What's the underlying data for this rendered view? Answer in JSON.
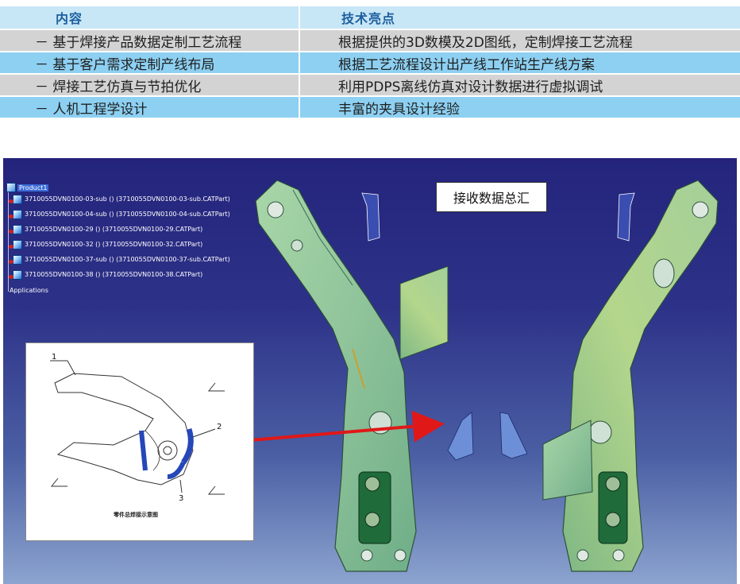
{
  "table": {
    "headers": [
      "内容",
      "技术亮点"
    ],
    "rows": [
      [
        "－ 基于焊接产品数据定制工艺流程",
        "根据提供的3D数模及2D图纸，定制焊接工艺流程"
      ],
      [
        "－ 基于客户需求定制产线布局",
        "根据工艺流程设计出产线工作站生产线方案"
      ],
      [
        "－ 焊接工艺仿真与节拍优化",
        "利用PDPS离线仿真对设计数据进行虚拟调试"
      ],
      [
        "－ 人机工程学设计",
        "丰富的夹具设计经验"
      ]
    ]
  },
  "cad": {
    "root": "Product1",
    "tree_items": [
      "3710055DVN0100-03-sub () (3710055DVN0100-03-sub.CATPart)",
      "3710055DVN0100-04-sub () (3710055DVN0100-04-sub.CATPart)",
      "3710055DVN0100-29 () (3710055DVN0100-29.CATPart)",
      "3710055DVN0100-32 () (3710055DVN0100-32.CATPart)",
      "3710055DVN0100-37-sub () (3710055DVN0100-37-sub.CATPart)",
      "3710055DVN0100-38 () (3710055DVN0100-38.CATPart)"
    ],
    "applications": "Applications",
    "label": "接收数据总汇"
  },
  "drawing": {
    "callouts": [
      "1",
      "2",
      "3"
    ],
    "caption": "零件总焊接示意图"
  },
  "colors": {
    "header_bg": "#c7e6f6",
    "header_text": "#1d5f9e",
    "row_gray": "#d3d3d3",
    "row_blue": "#8dd0f2",
    "part_green": "#8fc89a",
    "arrow_red": "#e01818"
  }
}
